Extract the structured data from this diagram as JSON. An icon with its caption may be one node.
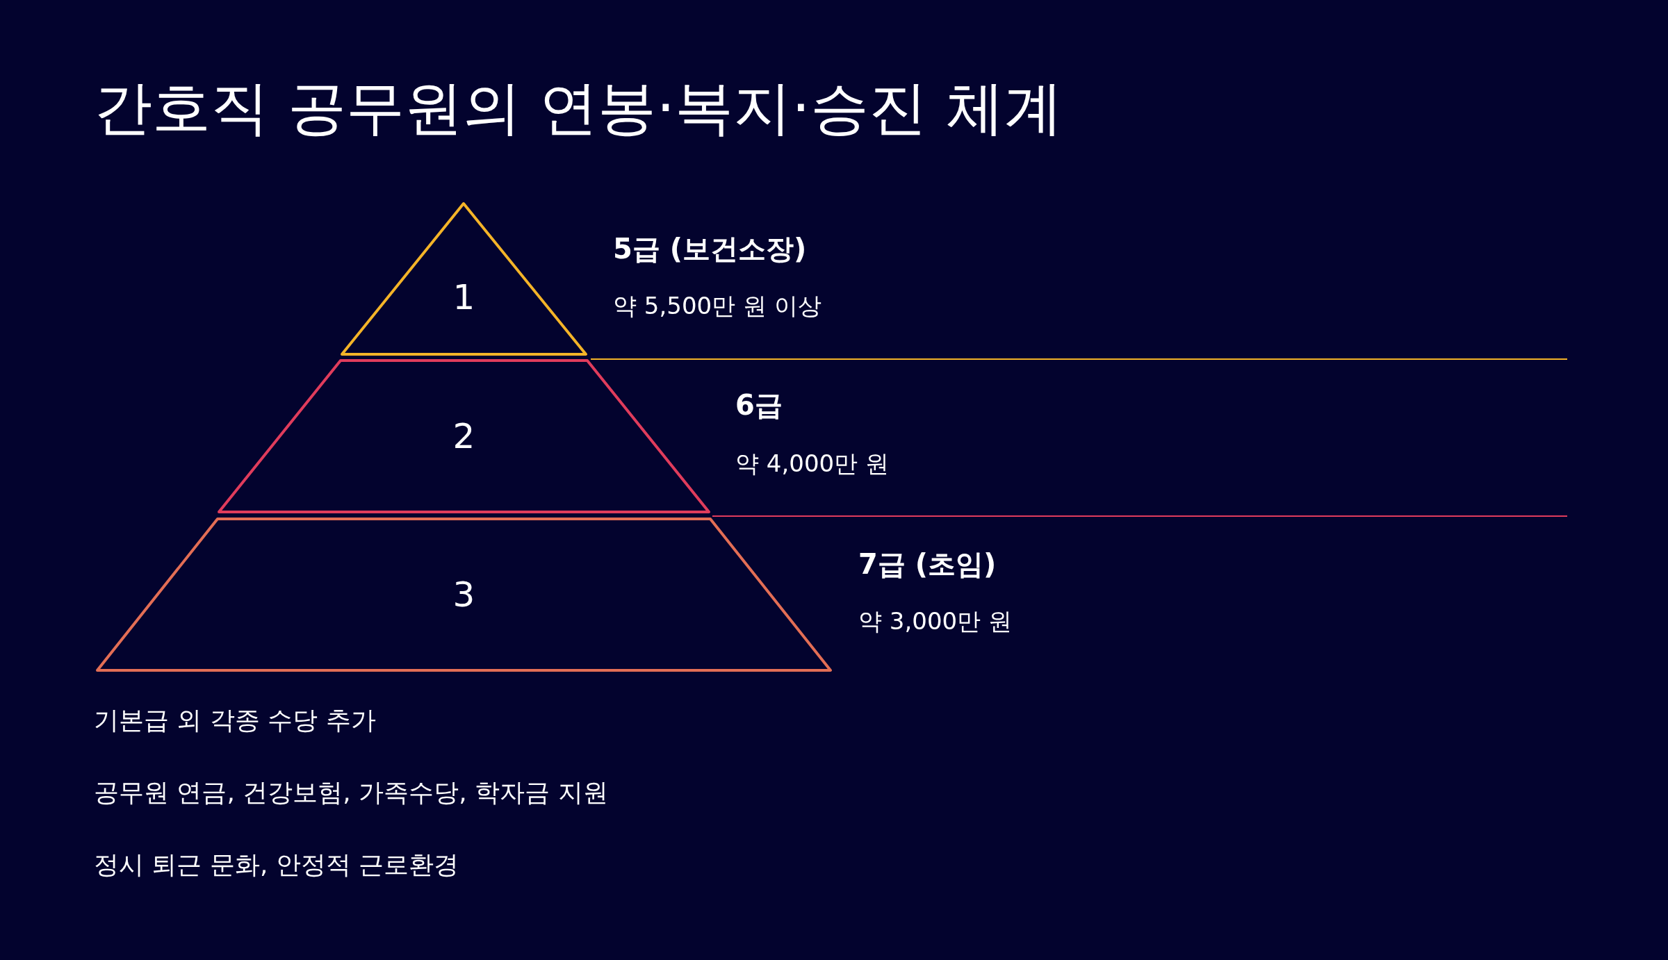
{
  "diagram": {
    "title": "간호직 공무원의 연봉·복지·승진 체계",
    "nodes": [
      {
        "text": [
          "1"
        ],
        "beside": [
          "5급 (보건소장)",
          "약 5,500만 원 이상"
        ]
      },
      {
        "text": [
          "2"
        ],
        "beside": [
          "6급",
          "약 4,000만 원"
        ]
      },
      {
        "text": [
          "3"
        ],
        "beside": [
          "7급 (초임)",
          "약 3,000만 원"
        ]
      }
    ],
    "edges": [],
    "labels": [
      "기본급 외 각종 수당 추가",
      "공무원 연금, 건강보험, 가족수당, 학자금 지원",
      "정시 퇴근 문화, 안정적 근로환경"
    ]
  }
}
